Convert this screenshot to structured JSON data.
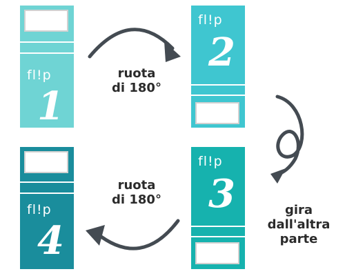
{
  "cards": [
    {
      "flip": "fl!p",
      "number": "1",
      "color": "#6fd4d4"
    },
    {
      "flip": "fl!p",
      "number": "2",
      "color": "#3fc6d0"
    },
    {
      "flip": "fl!p",
      "number": "3",
      "color": "#16b2ae"
    },
    {
      "flip": "fl!p",
      "number": "4",
      "color": "#1a8d9c"
    }
  ],
  "captions": {
    "top": [
      "ruota",
      "di 180°"
    ],
    "bottom": [
      "ruota",
      "di 180°"
    ],
    "right": [
      "gira",
      "dall'altra",
      "parte"
    ]
  },
  "arrow_color": "#444b52"
}
